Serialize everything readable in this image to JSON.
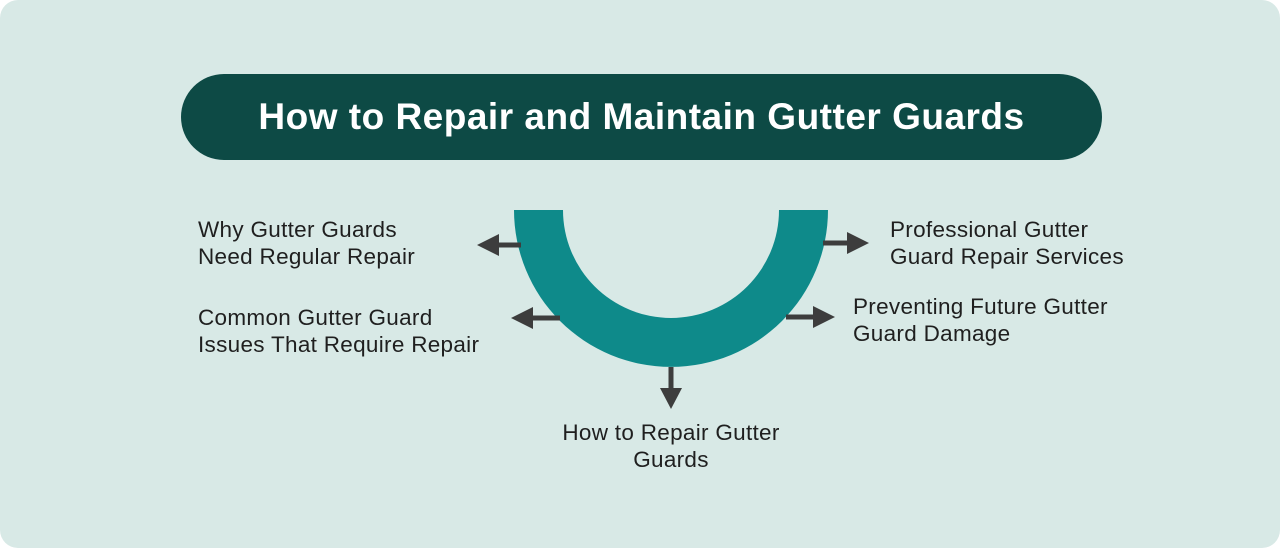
{
  "colors": {
    "canvas_bg": "#ffffff",
    "background": "#d8e9e6",
    "header_bg": "#0d4a45",
    "header_text": "#ffffff",
    "arc": "#0e8a8a",
    "arrow": "#3d3d3d",
    "label_text": "#1f1f1f"
  },
  "header": {
    "title": "How to Repair and Maintain Gutter Guards"
  },
  "diagram": {
    "type": "semicircle-spoke-infographic",
    "spokes": [
      {
        "position": "top-left",
        "lines": [
          "Why Gutter Guards",
          "Need Regular Repair"
        ]
      },
      {
        "position": "bottom-left",
        "lines": [
          "Common Gutter Guard",
          "Issues That Require Repair"
        ]
      },
      {
        "position": "top-right",
        "lines": [
          "Professional Gutter",
          "Guard Repair Services"
        ]
      },
      {
        "position": "bottom-right",
        "lines": [
          "Preventing Future Gutter",
          "Guard Damage"
        ]
      },
      {
        "position": "bottom-center",
        "lines": [
          "How to Repair Gutter",
          "Guards"
        ]
      }
    ]
  }
}
